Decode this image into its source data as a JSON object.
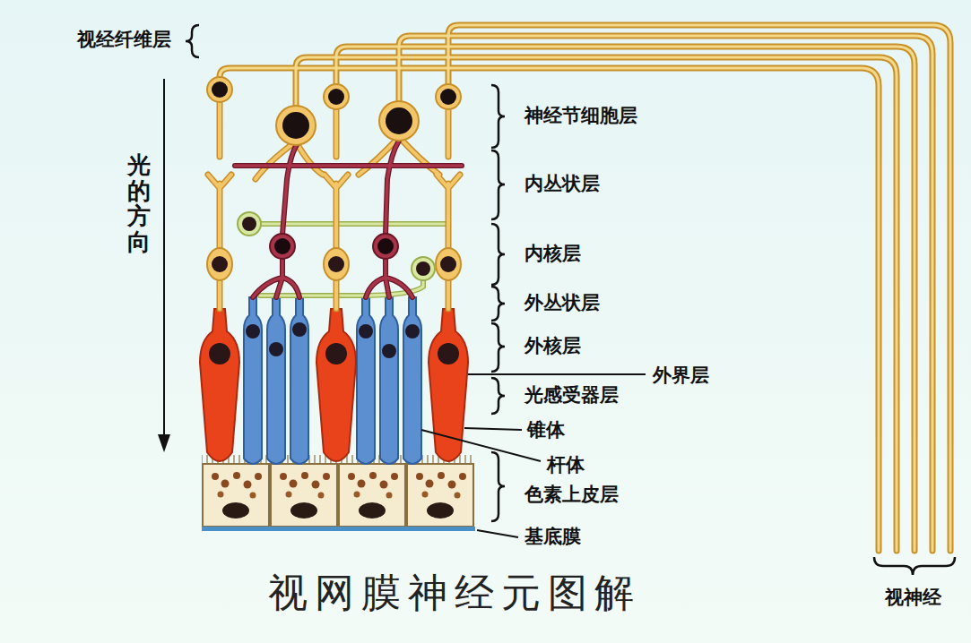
{
  "diagram": {
    "title": "视网膜神经元图解",
    "labels": [
      "视经纤维层",
      "光的方向",
      "神经节细胞层",
      "内丛状层",
      "内核层",
      "外丛状层",
      "外核层",
      "外界层",
      "光感受器层",
      "锥体",
      "杆体",
      "色素上皮层",
      "基底膜",
      "视神经"
    ]
  }
}
